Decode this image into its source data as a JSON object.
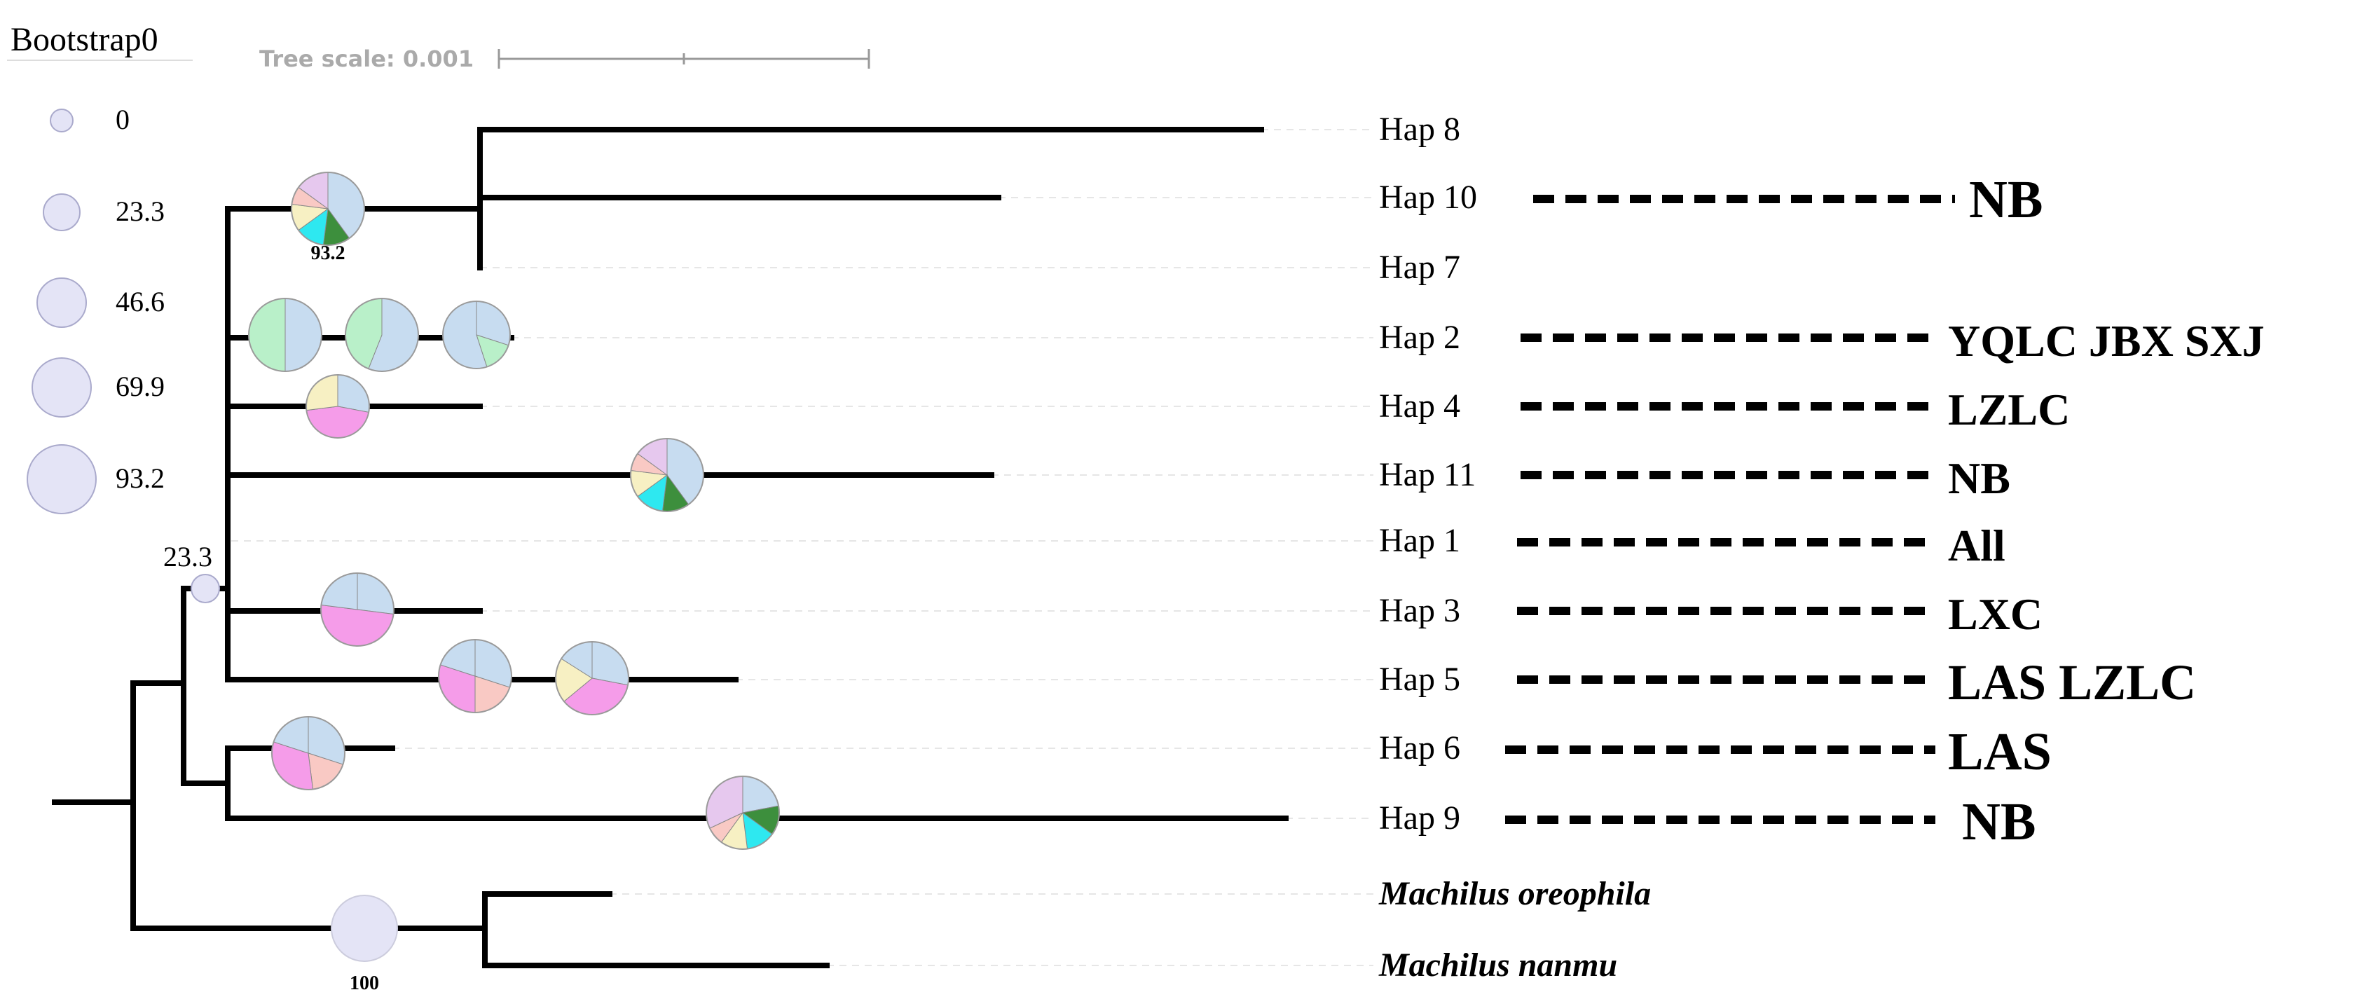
{
  "legend": {
    "title": "Bootstrap0",
    "items": [
      {
        "label": "0",
        "value": 0
      },
      {
        "label": "23.3",
        "value": 23.3
      },
      {
        "label": "46.6",
        "value": 46.6
      },
      {
        "label": "69.9",
        "value": 69.9
      },
      {
        "label": "93.2",
        "value": 93.2
      }
    ]
  },
  "scale": {
    "label": "Tree scale: 0.001"
  },
  "node_labels": {
    "upper": "93.2",
    "root_left": "23.3",
    "outgroup": "100"
  },
  "taxa": [
    {
      "label": "Hap 8",
      "population": ""
    },
    {
      "label": "Hap 10",
      "population": "NB"
    },
    {
      "label": "Hap 7",
      "population": ""
    },
    {
      "label": "Hap 2",
      "population": "YQLC JBX SXJ"
    },
    {
      "label": "Hap 4",
      "population": "LZLC"
    },
    {
      "label": "Hap 11",
      "population": "NB"
    },
    {
      "label": "Hap 1",
      "population": "All"
    },
    {
      "label": "Hap 3",
      "population": "LXC"
    },
    {
      "label": "Hap 5",
      "population": "LAS LZLC"
    },
    {
      "label": "Hap 6",
      "population": "LAS"
    },
    {
      "label": "Hap 9",
      "population": "NB"
    },
    {
      "label": "Machilus oreophila",
      "population": ""
    },
    {
      "label": "Machilus nanmu",
      "population": ""
    }
  ],
  "colors": {
    "branch": "#000000",
    "bootstrap_fill": "#e4e4f6",
    "pie_blue": "#c7dcf0",
    "pie_pink": "#f59ce9",
    "pie_green": "#b9f0c9",
    "pie_yellow": "#f7f0c3",
    "pie_peach": "#f9c9c4",
    "pie_cyan": "#2ee8f0",
    "pie_darkgreen": "#3d8f3d",
    "pie_lavender": "#e6c8ee"
  }
}
